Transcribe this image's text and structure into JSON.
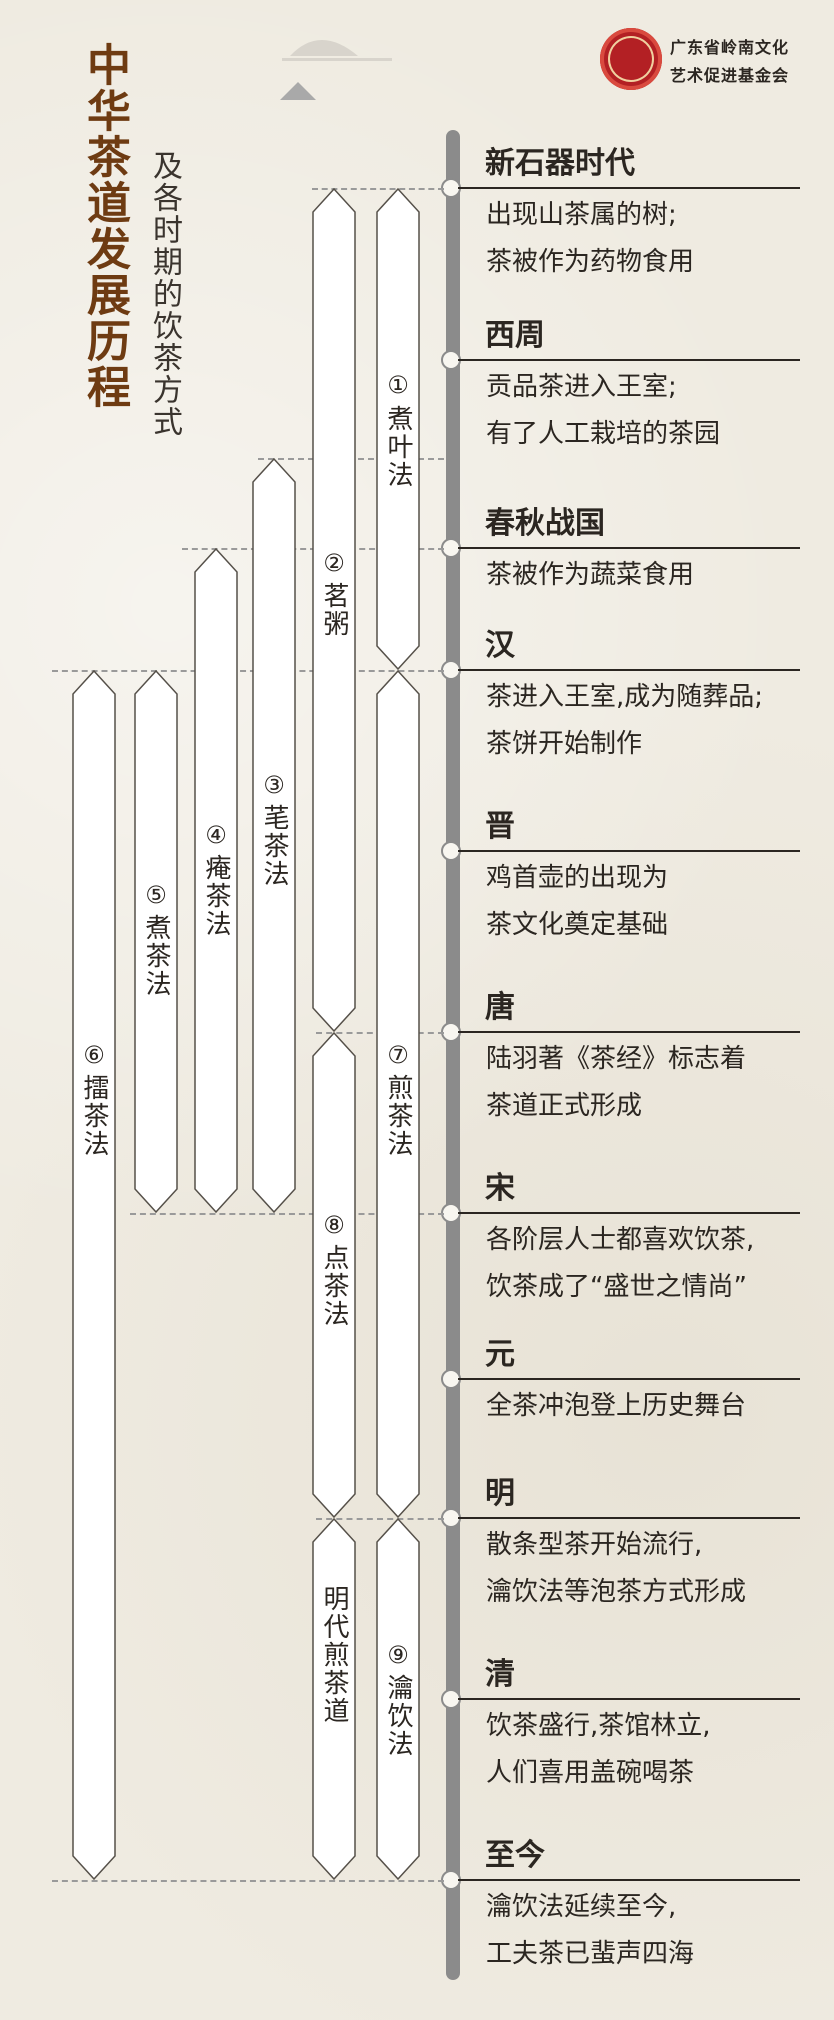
{
  "header": {
    "title": "中华茶道发展历程",
    "subtitle": "及各时期的饮茶方式",
    "logo_line1": "广东省岭南文化",
    "logo_line2": "艺术促进基金会"
  },
  "timeline": [
    {
      "era": "新石器时代",
      "lines": [
        "出现山茶属的树;",
        "茶被作为药物食用"
      ]
    },
    {
      "era": "西周",
      "lines": [
        "贡品茶进入王室;",
        "有了人工栽培的茶园"
      ]
    },
    {
      "era": "春秋战国",
      "lines": [
        "茶被作为蔬菜食用"
      ]
    },
    {
      "era": "汉",
      "lines": [
        "茶进入王室,成为随葬品;",
        "茶饼开始制作"
      ]
    },
    {
      "era": "晋",
      "lines": [
        "鸡首壶的出现为",
        "茶文化奠定基础"
      ]
    },
    {
      "era": "唐",
      "lines": [
        "陆羽著《茶经》标志着",
        "茶道正式形成"
      ]
    },
    {
      "era": "宋",
      "lines": [
        "各阶层人士都喜欢饮茶,",
        "饮茶成了“盛世之情尚”"
      ]
    },
    {
      "era": "元",
      "lines": [
        "全茶冲泡登上历史舞台"
      ]
    },
    {
      "era": "明",
      "lines": [
        "散条型茶开始流行,",
        "瀹饮法等泡茶方式形成"
      ]
    },
    {
      "era": "清",
      "lines": [
        "饮茶盛行,茶馆林立,",
        "人们喜用盖碗喝茶"
      ]
    },
    {
      "era": "至今",
      "lines": [
        "瀹饮法延续至今,",
        "工夫茶已蜚声四海"
      ]
    }
  ],
  "methods": [
    {
      "num": "①",
      "label": "煮叶法"
    },
    {
      "num": "②",
      "label": "茗粥"
    },
    {
      "num": "③",
      "label": "芼茶法"
    },
    {
      "num": "④",
      "label": "痷茶法"
    },
    {
      "num": "⑤",
      "label": "煮茶法"
    },
    {
      "num": "⑥",
      "label": "擂茶法"
    },
    {
      "num": "⑦",
      "label": "煎茶法"
    },
    {
      "num": "⑧",
      "label": "点茶法"
    },
    {
      "num": "⑨",
      "label": "瀹饮法"
    },
    {
      "num": "",
      "label": "明代煎茶道"
    }
  ],
  "colors": {
    "title": "#6e3b12",
    "axis": "#8b8b8b",
    "text": "#2b2621",
    "seal": "#b32024"
  }
}
